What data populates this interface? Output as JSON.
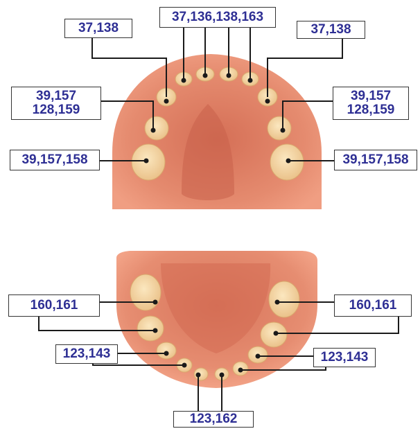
{
  "labels": {
    "upper_top_center": "37,136,138,163",
    "upper_top_left": "37,138",
    "upper_top_right": "37,138",
    "upper_mid_left": [
      "39,157",
      "128,159"
    ],
    "upper_mid_right": [
      "39,157",
      "128,159"
    ],
    "upper_low_left": "39,157,158",
    "upper_low_right": "39,157,158",
    "lower_left_molar": "160,161",
    "lower_right_molar": "160,161",
    "lower_left_front": "123,143",
    "lower_right_front": "123,143",
    "lower_bottom_center": "123,162"
  },
  "colors": {
    "label_text": "#2e2f94",
    "leader_line": "#1a1a1a",
    "gum": "#e48a6e",
    "tooth": "#f3d29c"
  }
}
